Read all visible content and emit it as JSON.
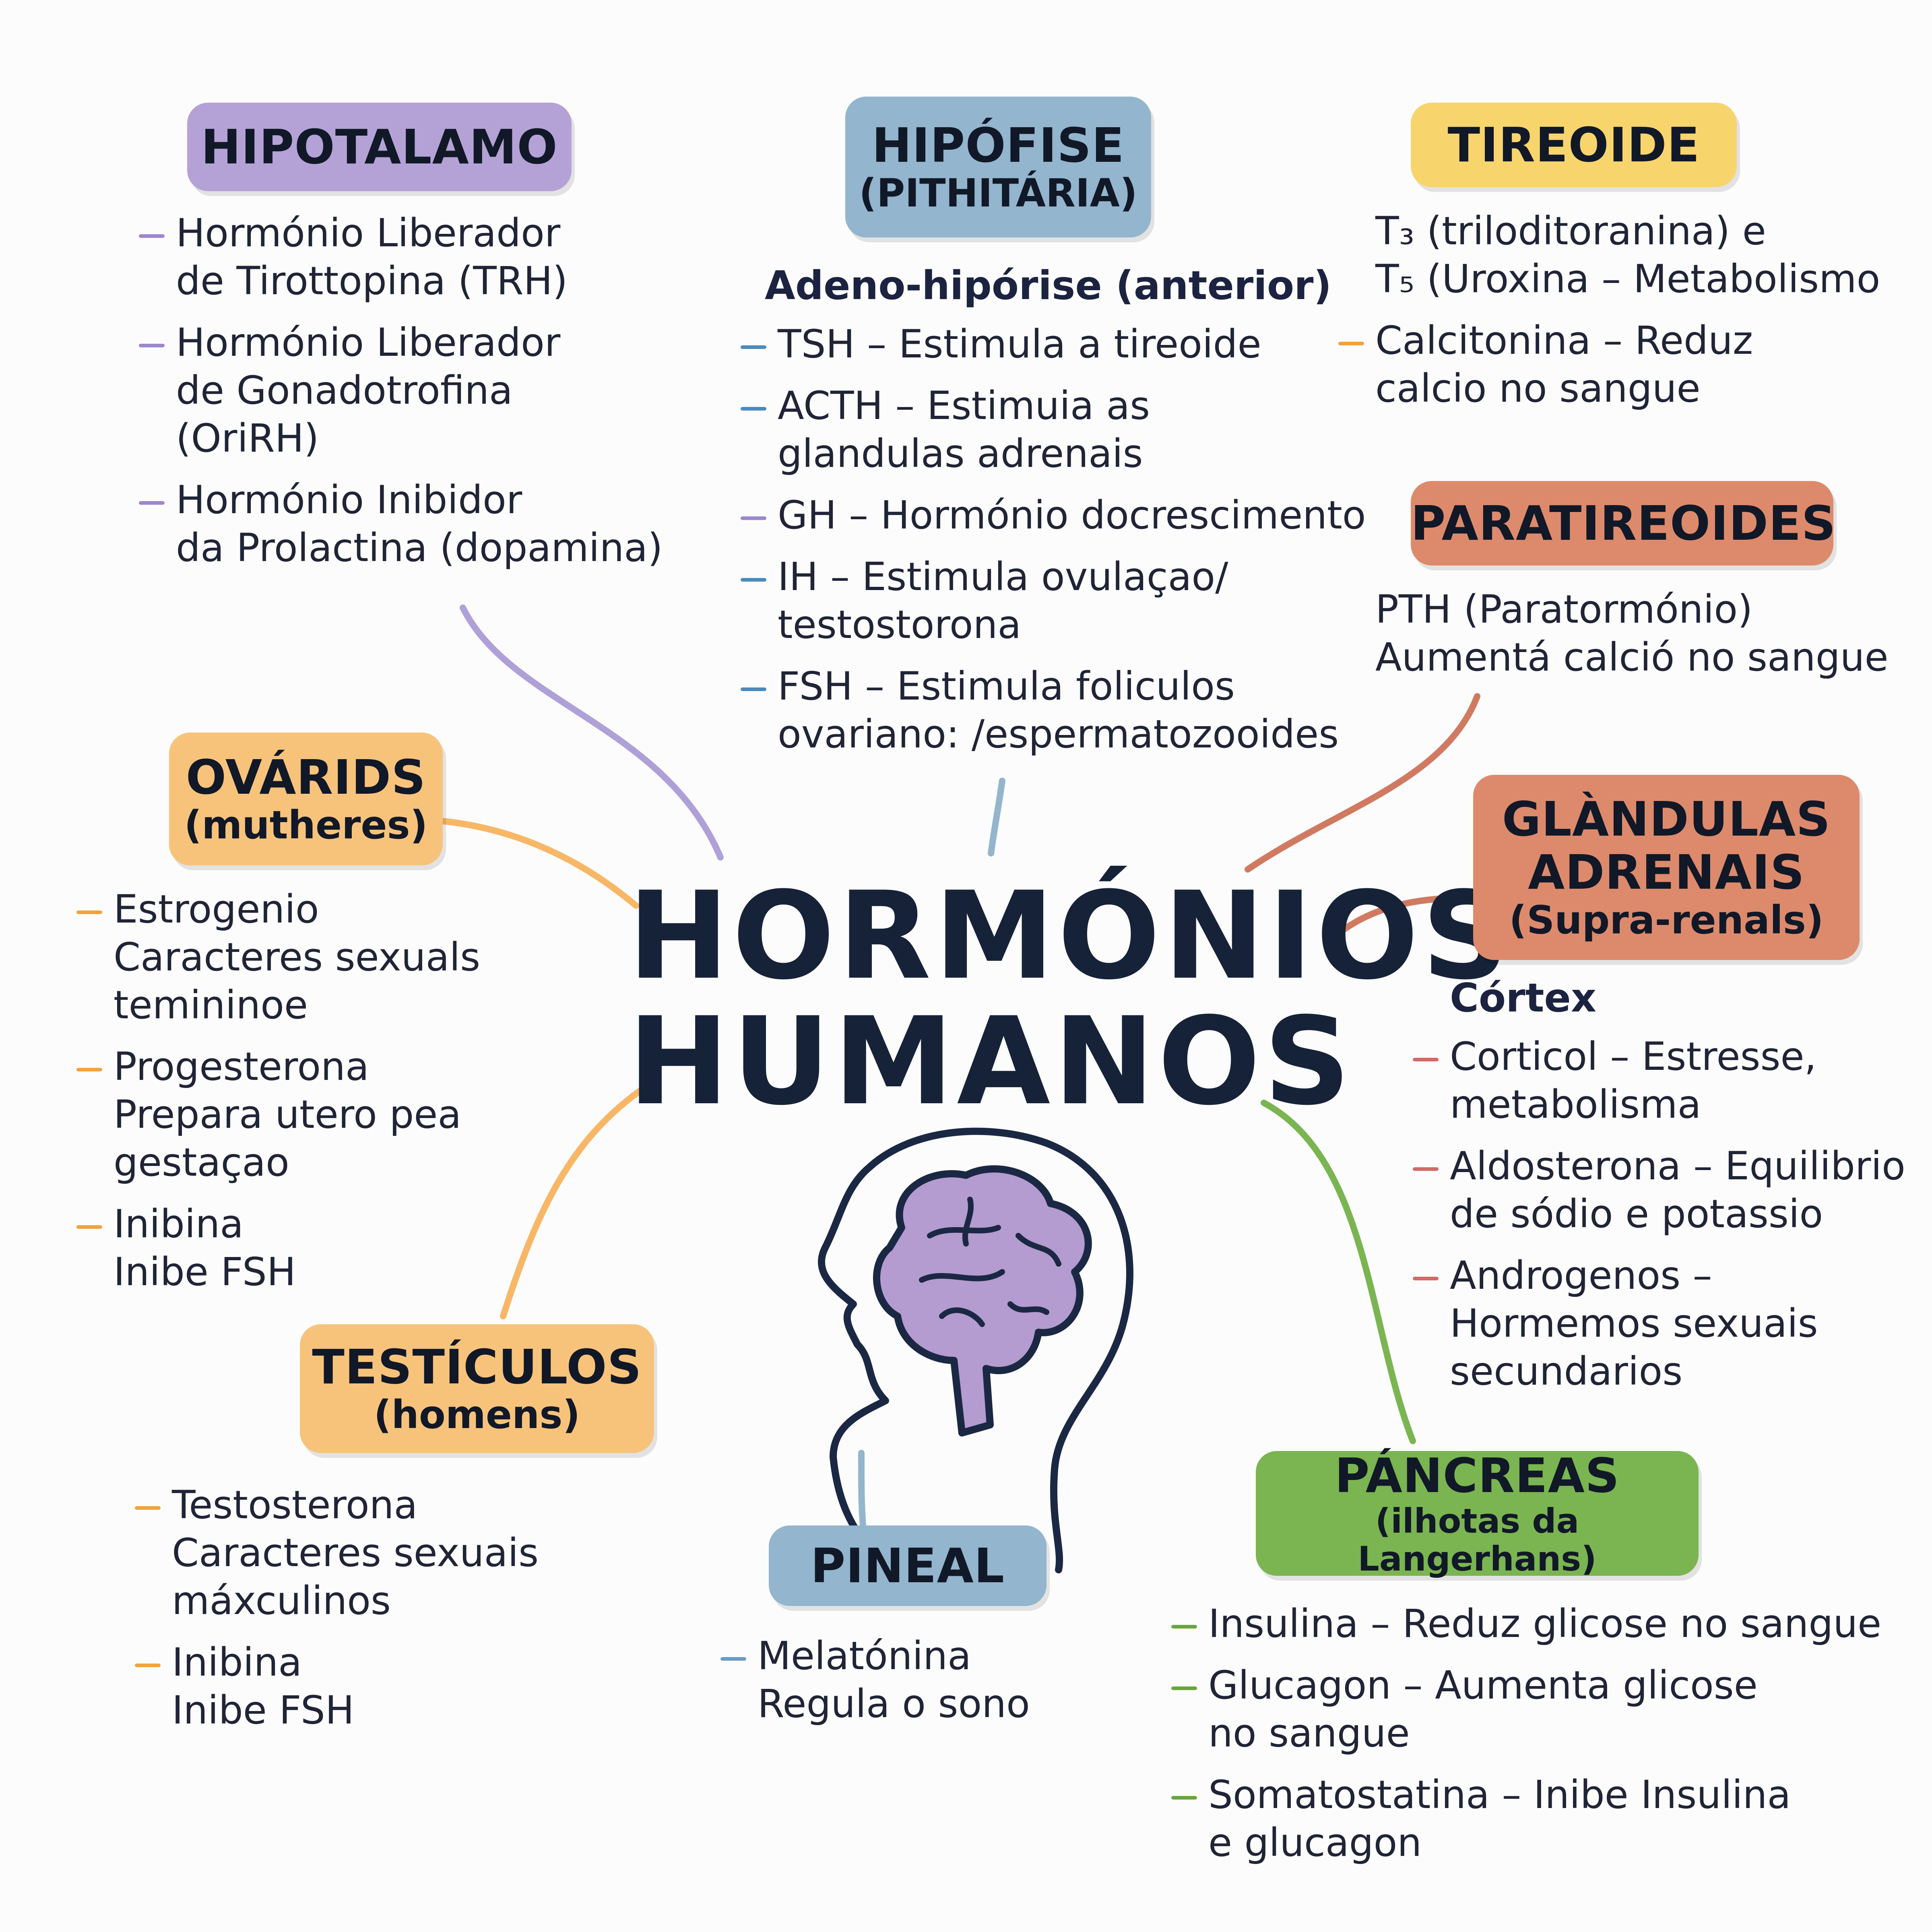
{
  "title": [
    "HORMÓNIOS",
    "HUMANOS"
  ],
  "colors": {
    "purple": "#b4a2d6",
    "blue": "#93b5cd",
    "yellow": "#f7d56c",
    "peach": "#f7c37b",
    "salmon": "#dd8a6c",
    "green": "#7ab551",
    "ink": "#162238"
  },
  "icons": [
    "head-with-brain-icon"
  ],
  "glands": {
    "hipotalamo": {
      "title": "HIPOTALAMO",
      "items": [
        {
          "lines": [
            "Hormónio Liberador",
            "de Tirottopina (TRH)"
          ]
        },
        {
          "lines": [
            "Hormónio Liberador",
            "de Gonadotrofina",
            "(OriRH)"
          ]
        },
        {
          "lines": [
            "Hormónio Inibidor",
            "da Prolactina (dopamina)"
          ]
        }
      ]
    },
    "hipofise": {
      "title": "HIPÓFISE",
      "subtitle": "(PITHITÁRIA)",
      "section": "Adeno-hipórise (anterior)",
      "items": [
        {
          "lines": [
            "TSH – Estimula a tireoide"
          ]
        },
        {
          "lines": [
            "ACTH – Estimuia as",
            "glandulas adrenais"
          ]
        },
        {
          "lines": [
            "GH – Hormónio docrescimento"
          ]
        },
        {
          "lines": [
            "IH – Estimula ovulaçao/",
            "testostorona"
          ]
        },
        {
          "lines": [
            "FSH – Estimula foliculos",
            "ovariano: /espermatozooides"
          ]
        }
      ]
    },
    "tireoide": {
      "title": "TIREOIDE",
      "items": [
        {
          "lines": [
            "T₃ (triloditoranina) e",
            "T₅ (Uroxina – Metabolismo"
          ],
          "dash": false
        },
        {
          "lines": [
            "Calcitonina – Reduz",
            "calcio no sangue"
          ]
        }
      ]
    },
    "paratireoides": {
      "title": "PARATIREOIDES",
      "items": [
        {
          "lines": [
            "PTH (Paratormónio)",
            "Aumentá calció no sangue"
          ],
          "dash": false
        }
      ]
    },
    "adrenais": {
      "title": "GLÀNDULAS",
      "title2": "ADRENAIS",
      "subtitle": "(Supra-renals)",
      "section": "Córtex",
      "items": [
        {
          "lines": [
            "Corticol – Estresse,",
            "metabolisma"
          ]
        },
        {
          "lines": [
            "Aldosterona – Equilibrio",
            "de sódio e potassio"
          ]
        },
        {
          "lines": [
            "Androgenos –",
            "Hormemos sexuais",
            "secundarios"
          ]
        }
      ]
    },
    "pancreas": {
      "title": "PÁNCREAS",
      "subtitle": "(ilhotas da Langerhans)",
      "items": [
        {
          "lines": [
            "Insulina – Reduz glicose no sangue"
          ]
        },
        {
          "lines": [
            "Glucagon – Aumenta glicose",
            "no sangue"
          ]
        },
        {
          "lines": [
            "Somatostatina – Inibe Insulina",
            "e glucagon"
          ]
        }
      ]
    },
    "pineal": {
      "title": "PINEAL",
      "items": [
        {
          "lines": [
            "Melatónina",
            "Regula o sono"
          ]
        }
      ]
    },
    "ovarios": {
      "title": "OVÁRIDS",
      "subtitle": "(mutheres)",
      "items": [
        {
          "lines": [
            "Estrogenio",
            "Caracteres sexuals",
            "temininoe"
          ]
        },
        {
          "lines": [
            "Progesterona",
            "Prepara utero pea",
            "gestaçao"
          ]
        },
        {
          "lines": [
            "Inibina",
            "Inibe FSH"
          ]
        }
      ]
    },
    "testiculos": {
      "title": "TESTÍCULOS",
      "subtitle": "(homens)",
      "items": [
        {
          "lines": [
            "Testosterona",
            "Caracteres sexuais",
            "máxculinos"
          ]
        },
        {
          "lines": [
            "Inibina",
            "Inibe FSH"
          ]
        }
      ]
    }
  }
}
